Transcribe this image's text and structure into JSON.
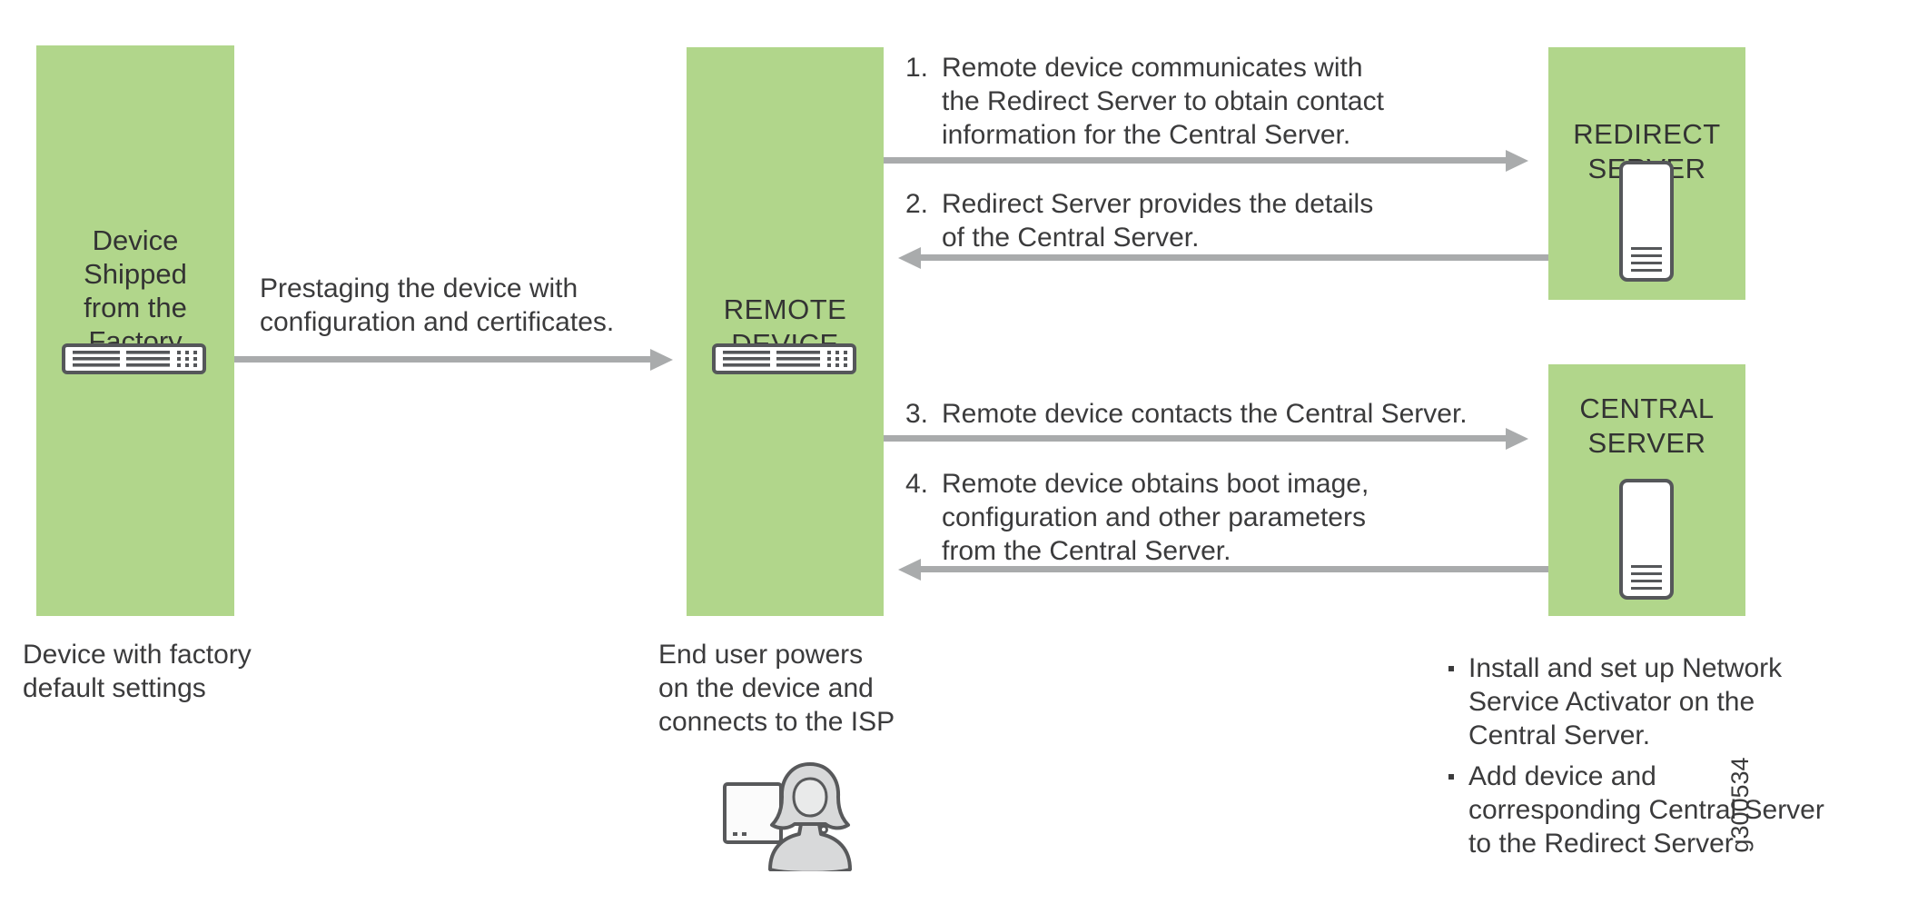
{
  "figure": {
    "watermark_id": "g300534"
  },
  "colors": {
    "box_green": "#b1d68b",
    "arrow_gray": "#a9abac",
    "icon_stroke": "#55575a",
    "text": "#3b3b3c"
  },
  "boxes": {
    "factory": {
      "label_lines": [
        "Device",
        "Shipped",
        "from the",
        "Factory"
      ]
    },
    "remote": {
      "label_lines": [
        "REMOTE",
        "DEVICE"
      ]
    },
    "redirect": {
      "label_lines": [
        "REDIRECT",
        "SERVER"
      ]
    },
    "central": {
      "label_lines": [
        "CENTRAL",
        "SERVER"
      ]
    }
  },
  "flows": {
    "prestage": {
      "lines": [
        "Prestaging the device with",
        "configuration and certificates."
      ]
    },
    "steps": [
      {
        "num": "1.",
        "direction": "right",
        "lines": [
          "Remote device communicates with",
          "the Redirect Server to obtain contact",
          "information for the Central Server."
        ]
      },
      {
        "num": "2.",
        "direction": "left",
        "lines": [
          "Redirect Server provides the details",
          "of the Central Server."
        ]
      },
      {
        "num": "3.",
        "direction": "right",
        "lines": [
          "Remote device contacts the Central Server."
        ]
      },
      {
        "num": "4.",
        "direction": "left",
        "lines": [
          "Remote device obtains boot image,",
          "configuration and other parameters",
          "from the Central Server."
        ]
      }
    ]
  },
  "captions": {
    "factory": {
      "lines": [
        "Device with factory",
        "default settings"
      ]
    },
    "end_user": {
      "lines": [
        "End user powers",
        "on the device and",
        "connects to the ISP"
      ]
    }
  },
  "notes": [
    {
      "lines": [
        "Install and set up Network",
        "Service Activator on the",
        "Central Server."
      ]
    },
    {
      "lines": [
        "Add device and",
        "corresponding Central Server",
        "to the Redirect Server"
      ]
    }
  ]
}
